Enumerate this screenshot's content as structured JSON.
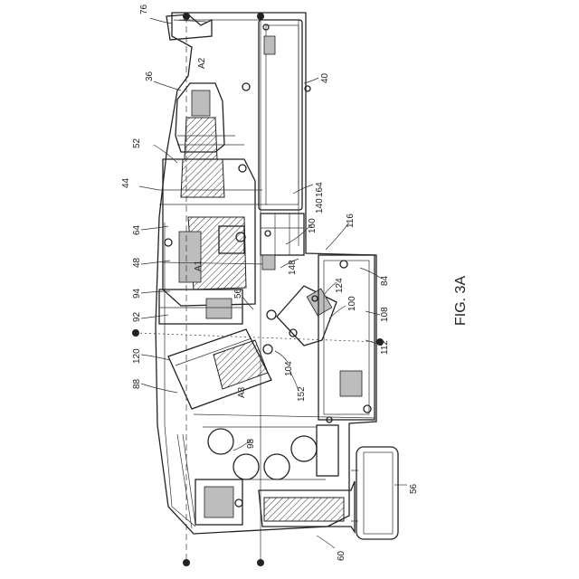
{
  "figure": {
    "caption": "FIG. 3A",
    "axis_labels": [
      "A2",
      "A1",
      "A3"
    ],
    "reference_numerals": [
      "76",
      "36",
      "52",
      "44",
      "64",
      "48",
      "94",
      "92",
      "120",
      "88",
      "40",
      "164",
      "140",
      "160",
      "116",
      "148",
      "84",
      "124",
      "100",
      "56",
      "108",
      "112",
      "104",
      "152",
      "98",
      "56",
      "60"
    ]
  }
}
